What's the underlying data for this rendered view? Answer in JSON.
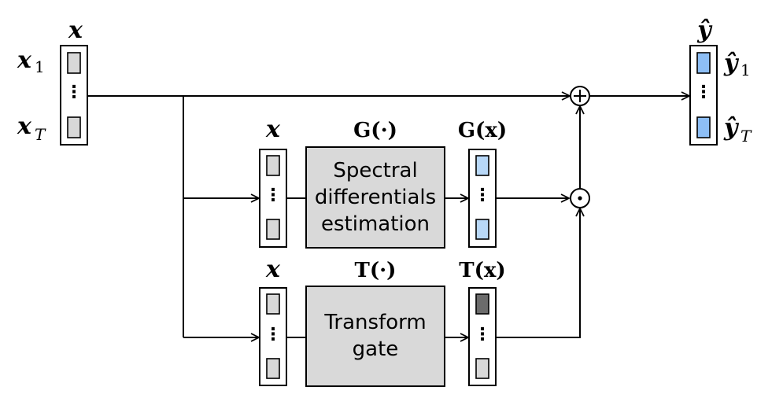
{
  "input": {
    "label": "x",
    "first": {
      "base": "x",
      "sub": "1"
    },
    "last": {
      "base": "x",
      "sub": "T"
    }
  },
  "output": {
    "label": "ŷ",
    "first": {
      "base": "ŷ",
      "sub": "1"
    },
    "last": {
      "base": "ŷ",
      "sub": "T"
    }
  },
  "gate_branch": {
    "input_label": "x",
    "function_label": "G(·)",
    "output_label": "G(x)",
    "block_lines": [
      "Spectral",
      "differentials",
      "estimation"
    ]
  },
  "transform_branch": {
    "input_label": "x",
    "function_label": "T(·)",
    "output_label": "T(x)",
    "block_lines": [
      "Transform",
      "gate"
    ]
  },
  "operators": {
    "sum": "+",
    "product": "·"
  },
  "colors": {
    "input_cell": "#d8d8d8",
    "output_cell": "#8dbef5",
    "gate_cell": "#b8d8f8",
    "transform_top_cell": "#6b6b6b",
    "block_fill": "#d9d9d9"
  }
}
